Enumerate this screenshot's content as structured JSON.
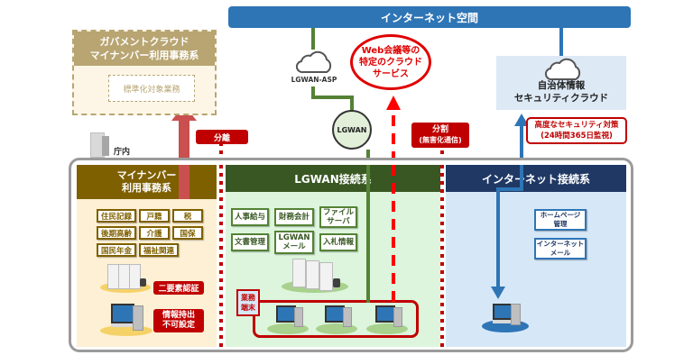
{
  "internet_space": {
    "label": "インターネット空間"
  },
  "gov_cloud": {
    "title_line1": "ガバメントクラウド",
    "title_line2": "マイナンバー利用事務系",
    "inner_label": "標準化対象業務"
  },
  "lgwan_asp": {
    "label": "LGWAN-ASP"
  },
  "web_meeting": {
    "line1": "Web会議等の",
    "line2": "特定のクラウド",
    "line3": "サービス"
  },
  "lgwan_node": {
    "label": "LGWAN"
  },
  "security_cloud": {
    "line1": "自治体情報",
    "line2": "セキュリティクラウド"
  },
  "security_note": {
    "line1": "高度なセキュリティ対策",
    "line2": "(24時間365日監視)"
  },
  "premises": {
    "label": "庁内"
  },
  "separation": {
    "label": "分離"
  },
  "division": {
    "label": "分割",
    "sublabel": "(無害化通信)"
  },
  "mynumber_section": {
    "title_line1": "マイナンバー",
    "title_line2": "利用事務系",
    "services": [
      "住民記録",
      "戸籍",
      "税",
      "後期高齢",
      "介護",
      "国保",
      "国民年金",
      "福祉関連"
    ],
    "badge_auth": "二要素認証",
    "badge_export_line1": "情報持出",
    "badge_export_line2": "不可設定"
  },
  "lgwan_section": {
    "title": "LGWAN接続系",
    "services": [
      {
        "line1": "人事給与",
        "line2": ""
      },
      {
        "line1": "財務会計",
        "line2": ""
      },
      {
        "line1": "ファイル",
        "line2": "サーバ"
      },
      {
        "line1": "文書管理",
        "line2": ""
      },
      {
        "line1": "LGWAN",
        "line2": "メール"
      },
      {
        "line1": "入札情報",
        "line2": ""
      }
    ],
    "terminal_label_line1": "業務",
    "terminal_label_line2": "端末"
  },
  "internet_section": {
    "title": "インターネット接続系",
    "services": [
      {
        "line1": "ホームページ",
        "line2": "管理"
      },
      {
        "line1": "インターネット",
        "line2": "メール"
      }
    ]
  },
  "colors": {
    "internet_blue": "#2e75b6",
    "mynumber_brown": "#7f6000",
    "lgwan_green": "#385723",
    "internet_navy": "#1f3864",
    "alert_red": "#c00000"
  }
}
